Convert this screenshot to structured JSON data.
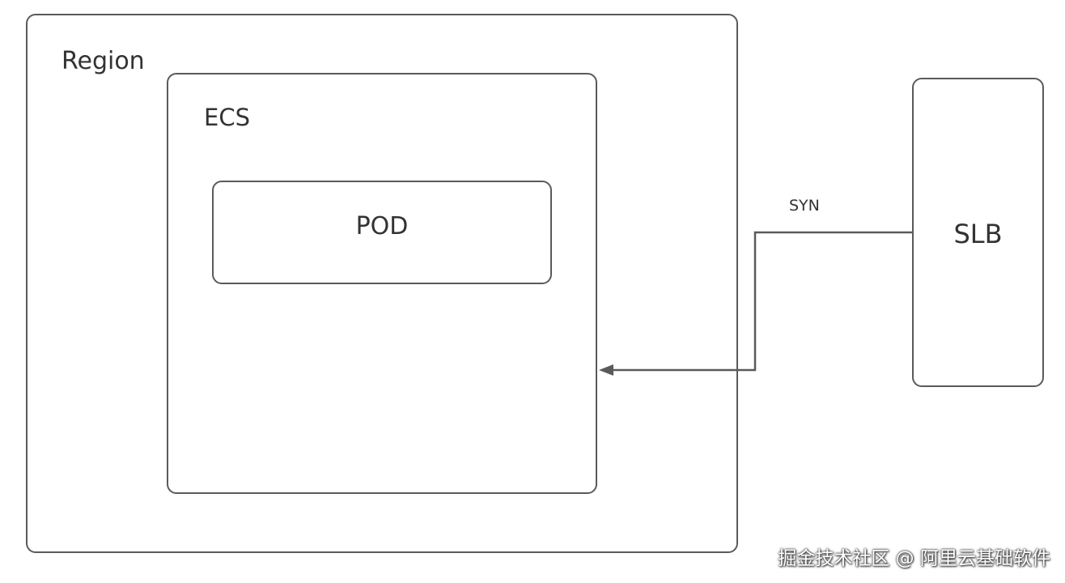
{
  "nodes": {
    "region": "Region",
    "ecs": "ECS",
    "pod": "POD",
    "slb": "SLB"
  },
  "edges": [
    {
      "from": "SLB",
      "to": "ECS",
      "label": "SYN"
    }
  ],
  "watermark": "掘金技术社区 @ 阿里云基础软件",
  "colors": {
    "border": "#5a5a5a",
    "text": "#333333",
    "background": "#ffffff"
  }
}
